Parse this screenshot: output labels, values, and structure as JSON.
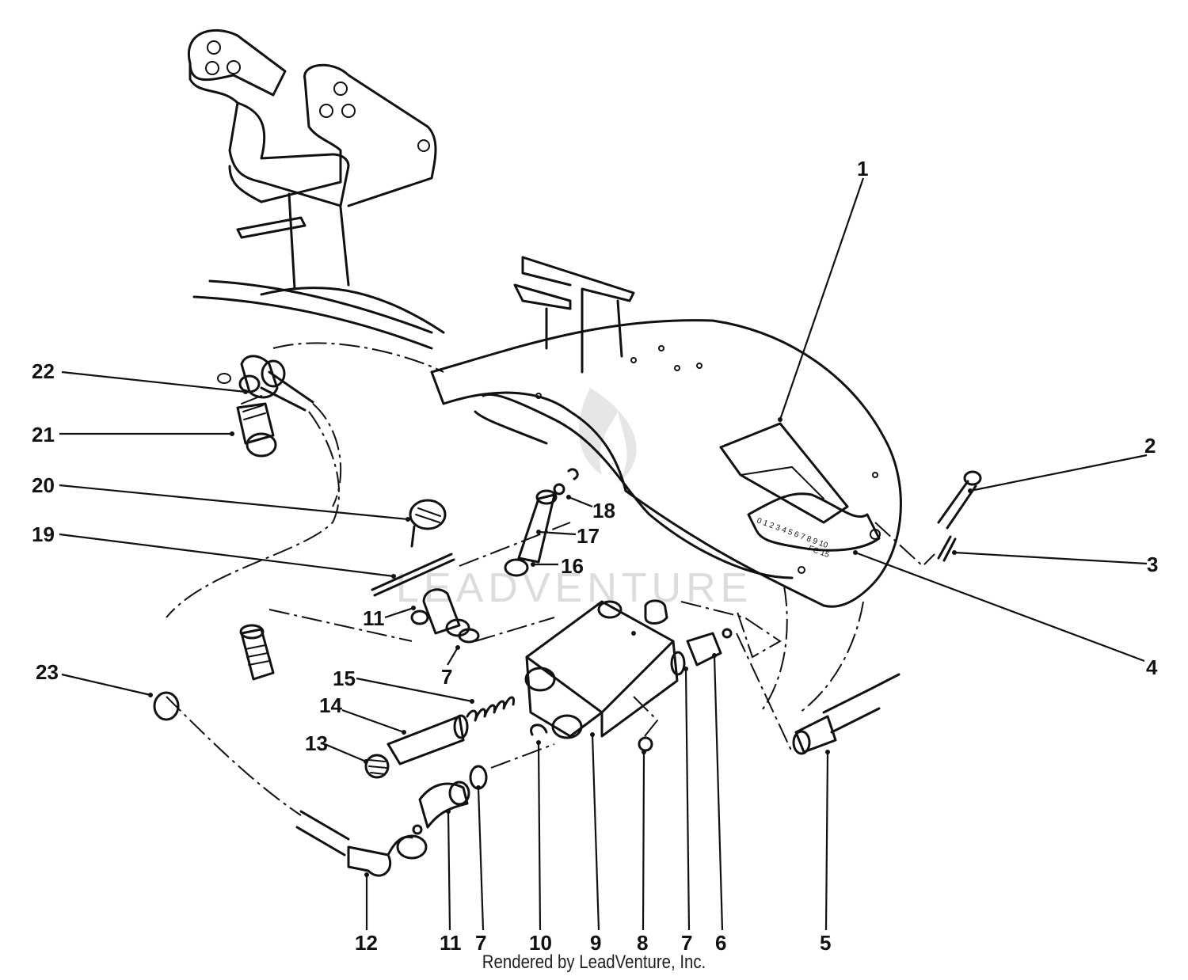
{
  "watermark": "LEADVENTURE",
  "footer": "Rendered by LeadVenture, Inc.",
  "callouts": {
    "c1": "1",
    "c2": "2",
    "c3": "3",
    "c4": "4",
    "c5": "5",
    "c6": "6",
    "c7a": "7",
    "c7b": "7",
    "c7c": "7",
    "c8": "8",
    "c9": "9",
    "c10": "10",
    "c11a": "11",
    "c11b": "11",
    "c12": "12",
    "c13": "13",
    "c14": "14",
    "c15": "15",
    "c16": "16",
    "c17": "17",
    "c18": "18",
    "c19": "19",
    "c20": "20",
    "c21": "21",
    "c22": "22",
    "c23": "23"
  },
  "scale_marks": "0 1 2 3 4 5 6 7 8 9 10",
  "scale_label": "FC 15"
}
